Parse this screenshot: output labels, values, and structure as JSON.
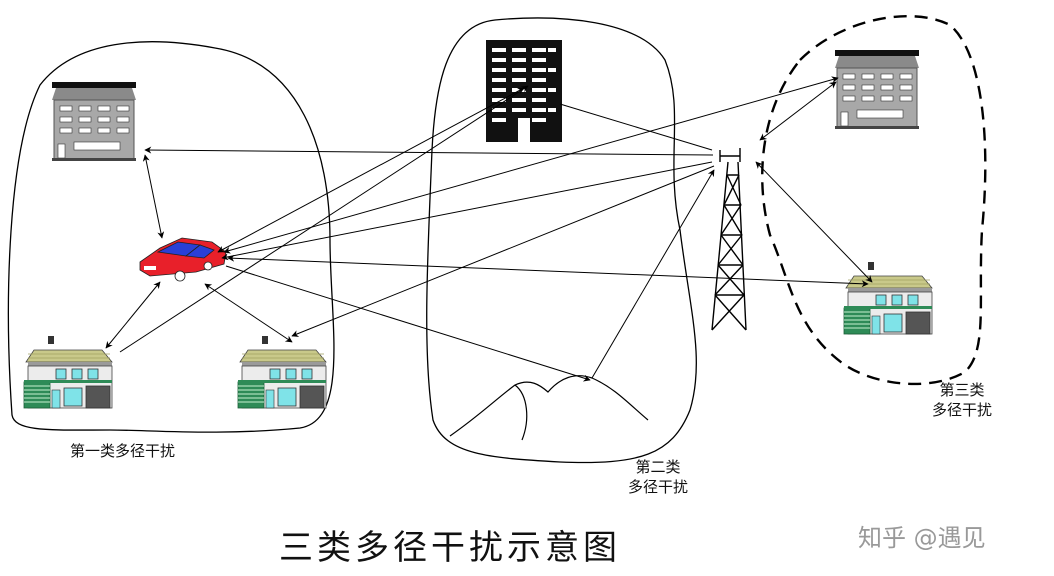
{
  "figure": {
    "title": "三类多径干扰示意图",
    "watermark": "知乎 @遇见"
  },
  "regions": [
    {
      "id": "region-1",
      "label": "第一类多径干扰",
      "border": "solid"
    },
    {
      "id": "region-2",
      "label": "第二类\n多径干扰",
      "border": "solid"
    },
    {
      "id": "region-3",
      "label": "第三类\n多径干扰",
      "border": "dashed"
    }
  ],
  "colors": {
    "line": "#000000",
    "car_body": "#e8202a",
    "car_window": "#2a3fd6",
    "roof": "#c9c98a",
    "house_green": "#2e8b57",
    "window_cyan": "#7fe3e8",
    "building_dark": "#111111",
    "building_gray": "#9a9a9a"
  },
  "icons": [
    "tower-icon",
    "car-icon",
    "office-building-icon",
    "house-icon",
    "mountain-icon"
  ]
}
